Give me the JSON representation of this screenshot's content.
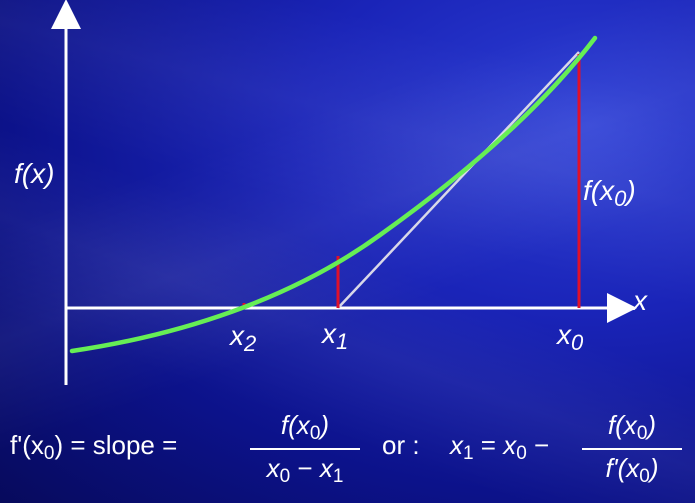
{
  "labels": {
    "y_axis": "f(x)",
    "x_axis": "x",
    "x0": "x",
    "x0_sub": "0",
    "x1": "x",
    "x1_sub": "1",
    "x2": "x",
    "x2_sub": "2",
    "fx0_prefix": "f(x",
    "fx0_sub": "0",
    "fx0_suffix": ")"
  },
  "formula": {
    "lhs_prefix": "f'(x",
    "lhs_sub": "0",
    "lhs_suffix": ") = slope =",
    "frac1_num_prefix": "f(x",
    "frac1_num_sub": "0",
    "frac1_num_suffix": ")",
    "frac1_den_a": "x",
    "frac1_den_a_sub": "0",
    "frac1_den_op": " − ",
    "frac1_den_b": "x",
    "frac1_den_b_sub": "1",
    "or": "or :",
    "rhs_a": "x",
    "rhs_a_sub": "1",
    "rhs_eq": " = ",
    "rhs_b": "x",
    "rhs_b_sub": "0",
    "rhs_minus": " −",
    "frac2_num_prefix": "f(x",
    "frac2_num_sub": "0",
    "frac2_num_suffix": ")",
    "frac2_den_prefix": "f'(x",
    "frac2_den_sub": "0",
    "frac2_den_suffix": ")"
  },
  "colors": {
    "curve": "#66ee55",
    "vertical_lines": "#e0102a",
    "tangent": "#d8d8e8",
    "axes": "#ffffff"
  }
}
